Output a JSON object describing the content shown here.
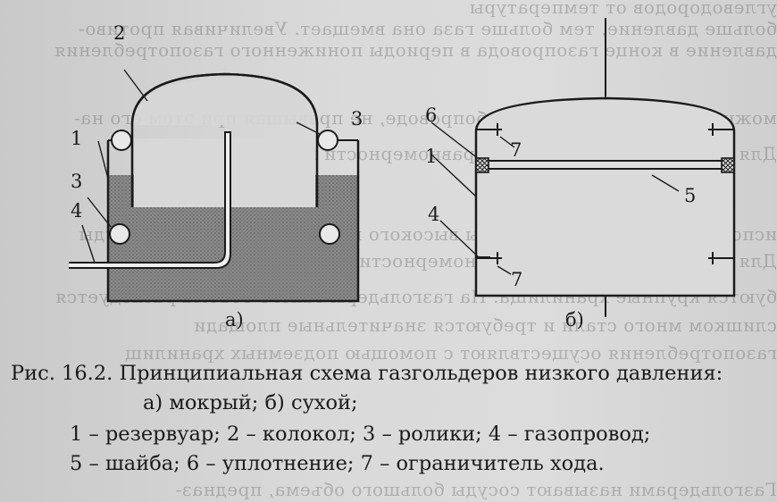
{
  "figure": {
    "labels": {
      "n1a": "1",
      "n2": "2",
      "n3a": "3",
      "n3b": "3",
      "n4a": "4",
      "n6": "6",
      "n1b": "1",
      "n7a": "7",
      "n5": "5",
      "n4b": "4",
      "n7b": "7",
      "sub_a": "а)",
      "sub_b": "б)"
    }
  },
  "caption": {
    "line1": "Рис. 16.2. Принципиальная схема газгольдеров низкого давления:",
    "line2": "а) мокрый; б) сухой;",
    "line3": "1 – резервуар; 2 – колокол; 3 – ролики; 4 – газопровод;",
    "line4": "5 – шайба; 6 – уплотнение; 7 – ограничитель хода."
  },
  "bleed_through": {
    "l1": "углеводородов от температуры",
    "l2": "больше давление, тем больше газа она вмещает. Увеличивая противо-",
    "l3": "давление в конце газопровода в периоды пониженного газопотребления",
    "l4": "можно накапливать газ в трубопроводе, не превышая при этом его на-",
    "l5": "Для компенсации суточной неравномерности газопотребления",
    "l6": "используют также газгольдеры высокого и низкого давления - сосуды",
    "l7": "Для покрытия сезонной неравномерности сооружаются на тре-",
    "l8": "буются крупные хранилища. На газгольдеры такого объема расходуется",
    "l9": "слишком много стали и требуются значительные площади",
    "l10": "газопотребления осуществляют с помощью подземных хранилищ",
    "l11": "Газгольдерами называют сосуды большого объема, предназ-"
  }
}
